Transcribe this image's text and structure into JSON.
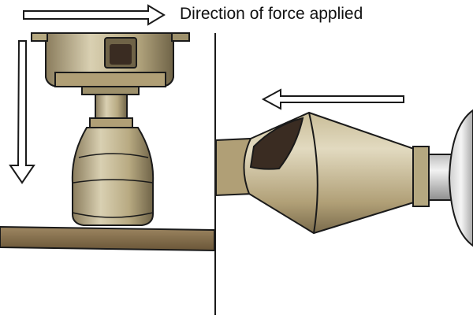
{
  "legend": {
    "label": "Direction of force applied"
  },
  "colors": {
    "outline": "#1a1a1a",
    "metal_light": "#d7cfb0",
    "metal_mid": "#b5a880",
    "metal_dark": "#6f6347",
    "shank_light": "#e6e6e6",
    "shank_dark": "#8e8e8e",
    "workpiece": "#8a7452",
    "workpiece_dark": "#5a4a32",
    "hole": "#3a2c22",
    "arrow_fill": "#ffffff"
  },
  "panels": [
    {
      "name": "vertical-drilling-view",
      "force_direction": "down"
    },
    {
      "name": "horizontal-drilling-view",
      "force_direction": "left"
    }
  ]
}
